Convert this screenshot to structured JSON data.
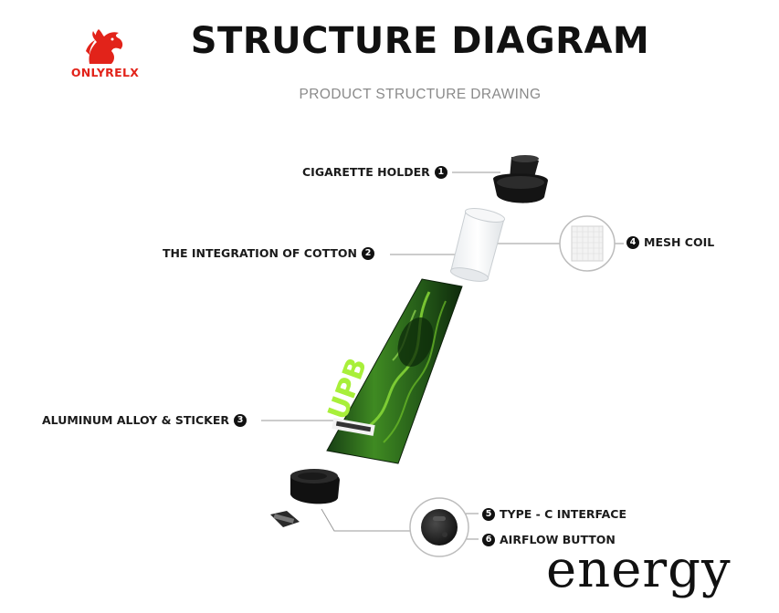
{
  "brand": {
    "name": "ONLYRELX",
    "accent_color": "#e2231a"
  },
  "header": {
    "title": "STRUCTURE DIAGRAM",
    "subtitle": "PRODUCT STRUCTURE DRAWING"
  },
  "parts": [
    {
      "number": "1",
      "label": "CIGARETTE HOLDER"
    },
    {
      "number": "2",
      "label": "THE INTEGRATION OF COTTON"
    },
    {
      "number": "3",
      "label": "ALUMINUM ALLOY & STICKER"
    },
    {
      "number": "4",
      "label": "MESH COIL"
    },
    {
      "number": "5",
      "label": "TYPE - C INTERFACE"
    },
    {
      "number": "6",
      "label": "AIRFLOW BUTTON"
    }
  ],
  "body_print": {
    "big_text": "UPB",
    "colors": {
      "dark_green": "#1f5a1a",
      "bright_green": "#7bd12a"
    }
  },
  "watermark": "energy"
}
